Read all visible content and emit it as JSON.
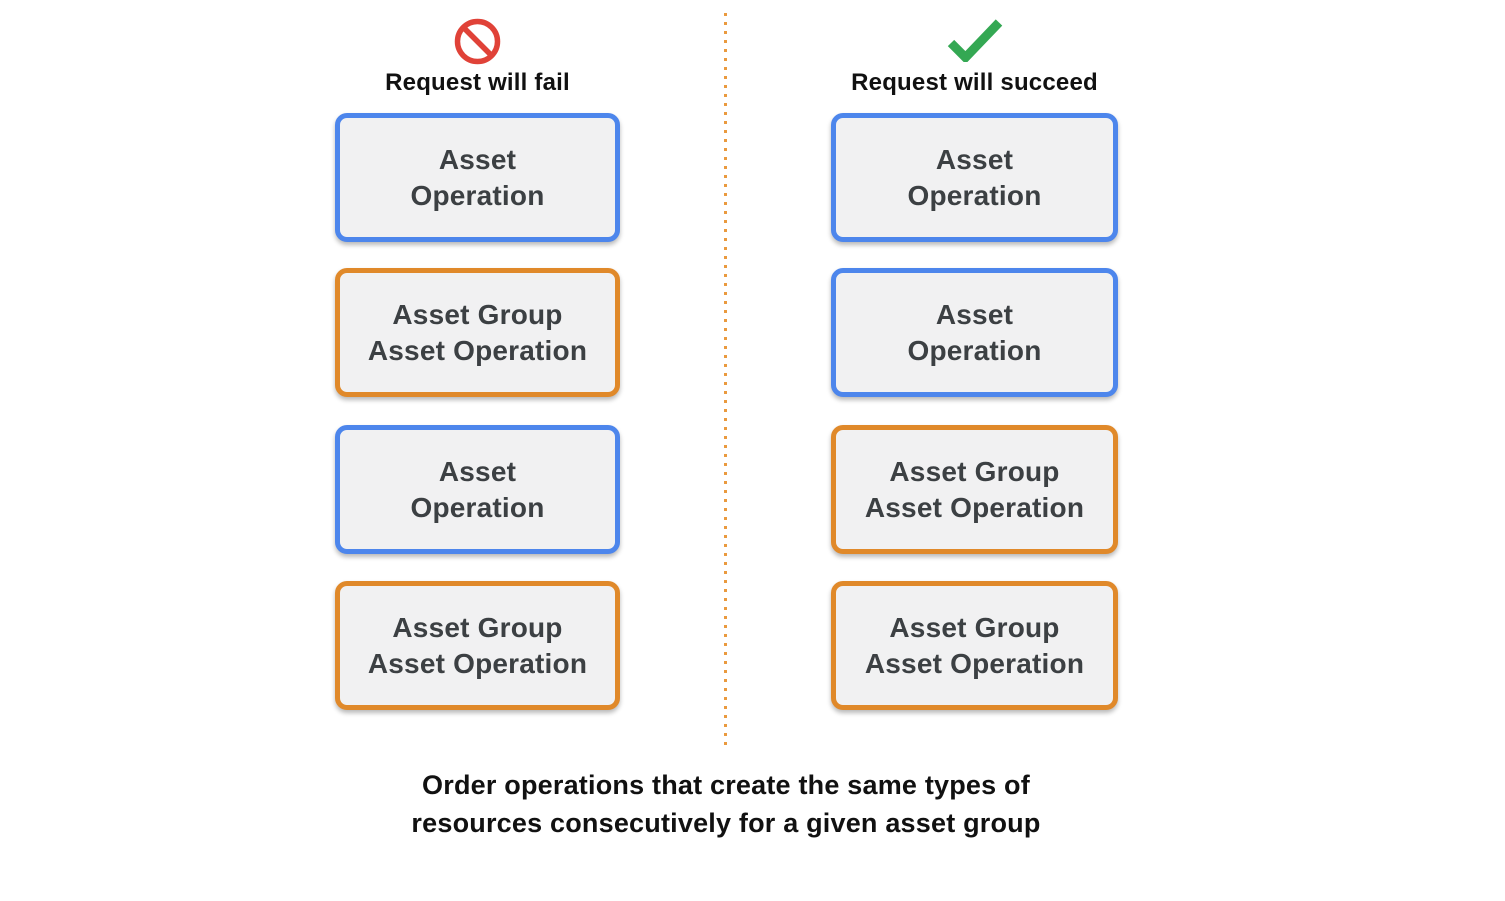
{
  "colors": {
    "blue_border": "#4d86ec",
    "orange_border": "#e0892a",
    "box_background": "#f1f1f2",
    "box_text": "#3c4043",
    "fail_icon_red": "#e04238",
    "success_icon_green": "#34a853",
    "divider_orange": "#ea9a3e",
    "heading_text": "#111111"
  },
  "columns": [
    {
      "id": "fail",
      "icon": "prohibition-icon",
      "title": "Request will fail",
      "boxes": [
        {
          "type": "asset-operation",
          "line1": "Asset",
          "line2": "Operation"
        },
        {
          "type": "asset-group-asset-operation",
          "line1": "Asset Group",
          "line2": "Asset Operation"
        },
        {
          "type": "asset-operation",
          "line1": "Asset",
          "line2": "Operation"
        },
        {
          "type": "asset-group-asset-operation",
          "line1": "Asset Group",
          "line2": "Asset Operation"
        }
      ]
    },
    {
      "id": "succeed",
      "icon": "check-icon",
      "title": "Request will succeed",
      "boxes": [
        {
          "type": "asset-operation",
          "line1": "Asset",
          "line2": "Operation"
        },
        {
          "type": "asset-operation",
          "line1": "Asset",
          "line2": "Operation"
        },
        {
          "type": "asset-group-asset-operation",
          "line1": "Asset Group",
          "line2": "Asset Operation"
        },
        {
          "type": "asset-group-asset-operation",
          "line1": "Asset Group",
          "line2": "Asset Operation"
        }
      ]
    }
  ],
  "caption": {
    "line1": "Order operations that create the same types of",
    "line2": "resources consecutively for a given asset group"
  }
}
